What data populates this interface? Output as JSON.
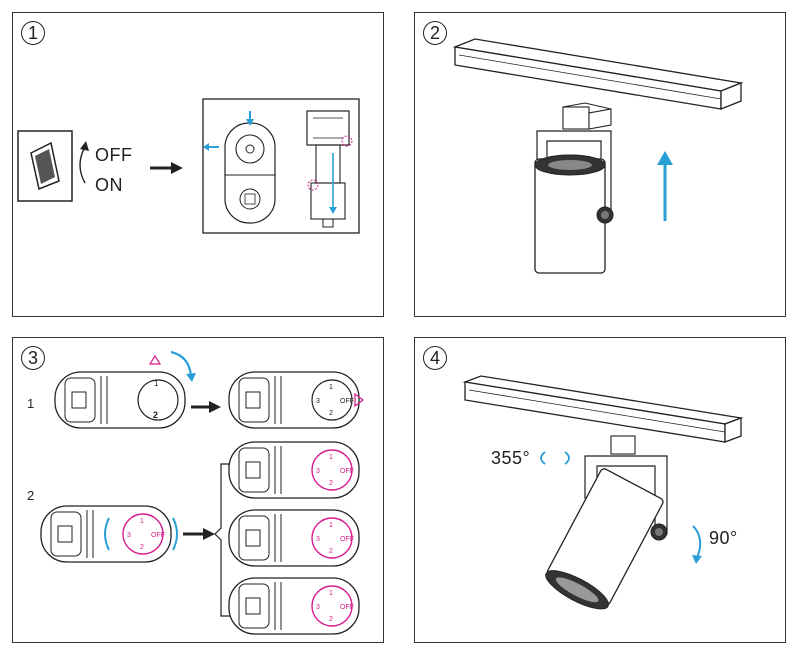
{
  "panels": [
    {
      "number": "1",
      "switch_off": "OFF",
      "switch_on": "ON"
    },
    {
      "number": "2"
    },
    {
      "number": "3",
      "row1_label": "1",
      "row2_label": "2",
      "adapter_marks": {
        "top": "1",
        "right": "OFF",
        "bottom": "2",
        "left": "3"
      }
    },
    {
      "number": "4",
      "rotation_horizontal": "355°",
      "rotation_vertical": "90°"
    }
  ],
  "colors": {
    "accent_blue": "#2a9fd6",
    "pink": "#d81b8a",
    "line": "#222222"
  }
}
